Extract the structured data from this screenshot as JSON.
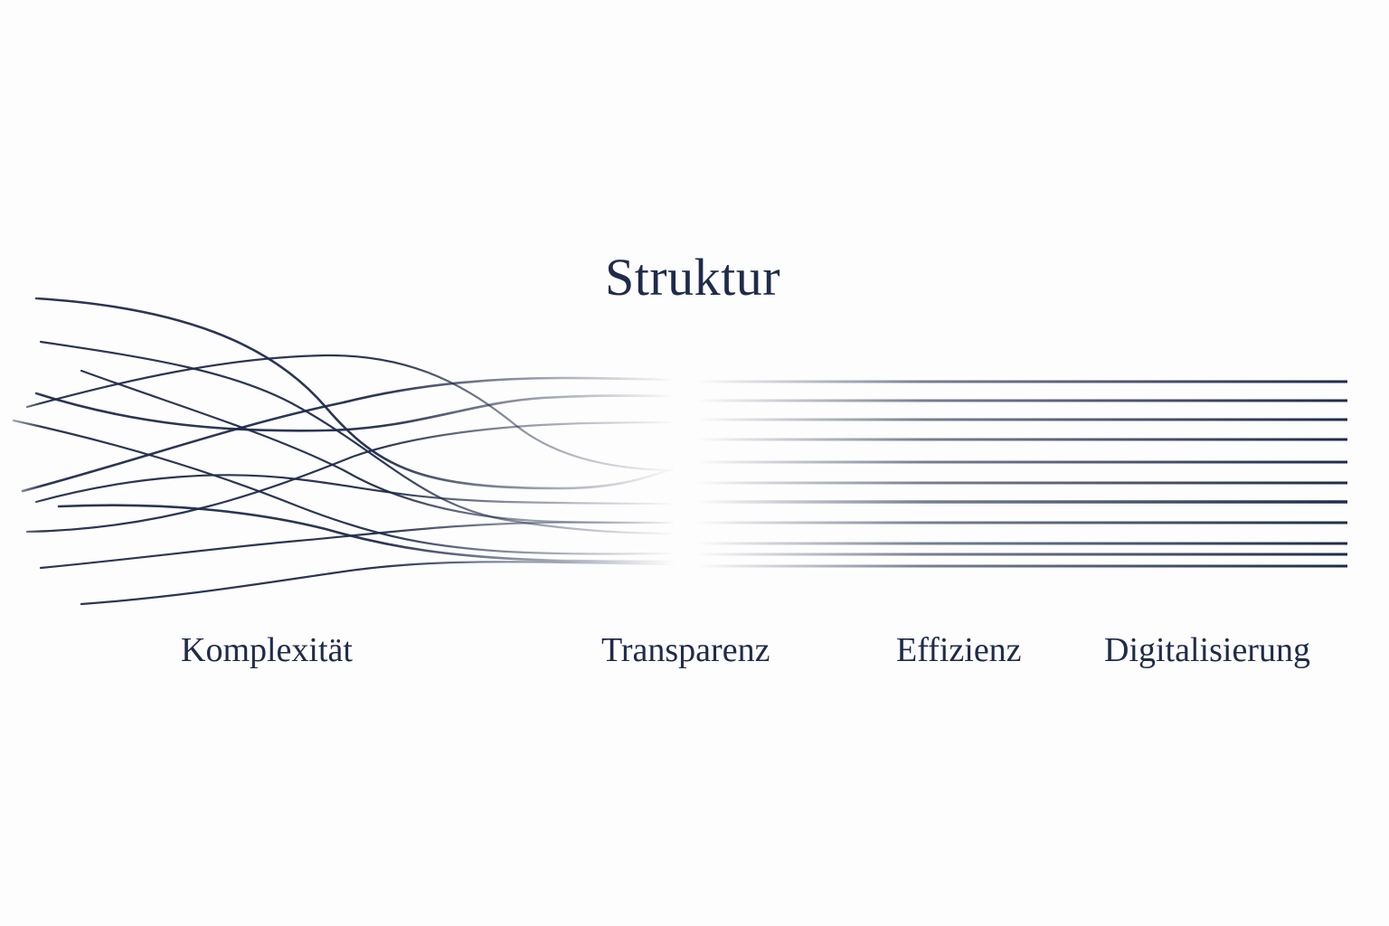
{
  "title": "Struktur",
  "labels": [
    "Komplexität",
    "Transparenz",
    "Effizienz",
    "Digitalisierung"
  ],
  "colors": {
    "line": "#1f2b4a",
    "background": "#fdfdfd"
  }
}
